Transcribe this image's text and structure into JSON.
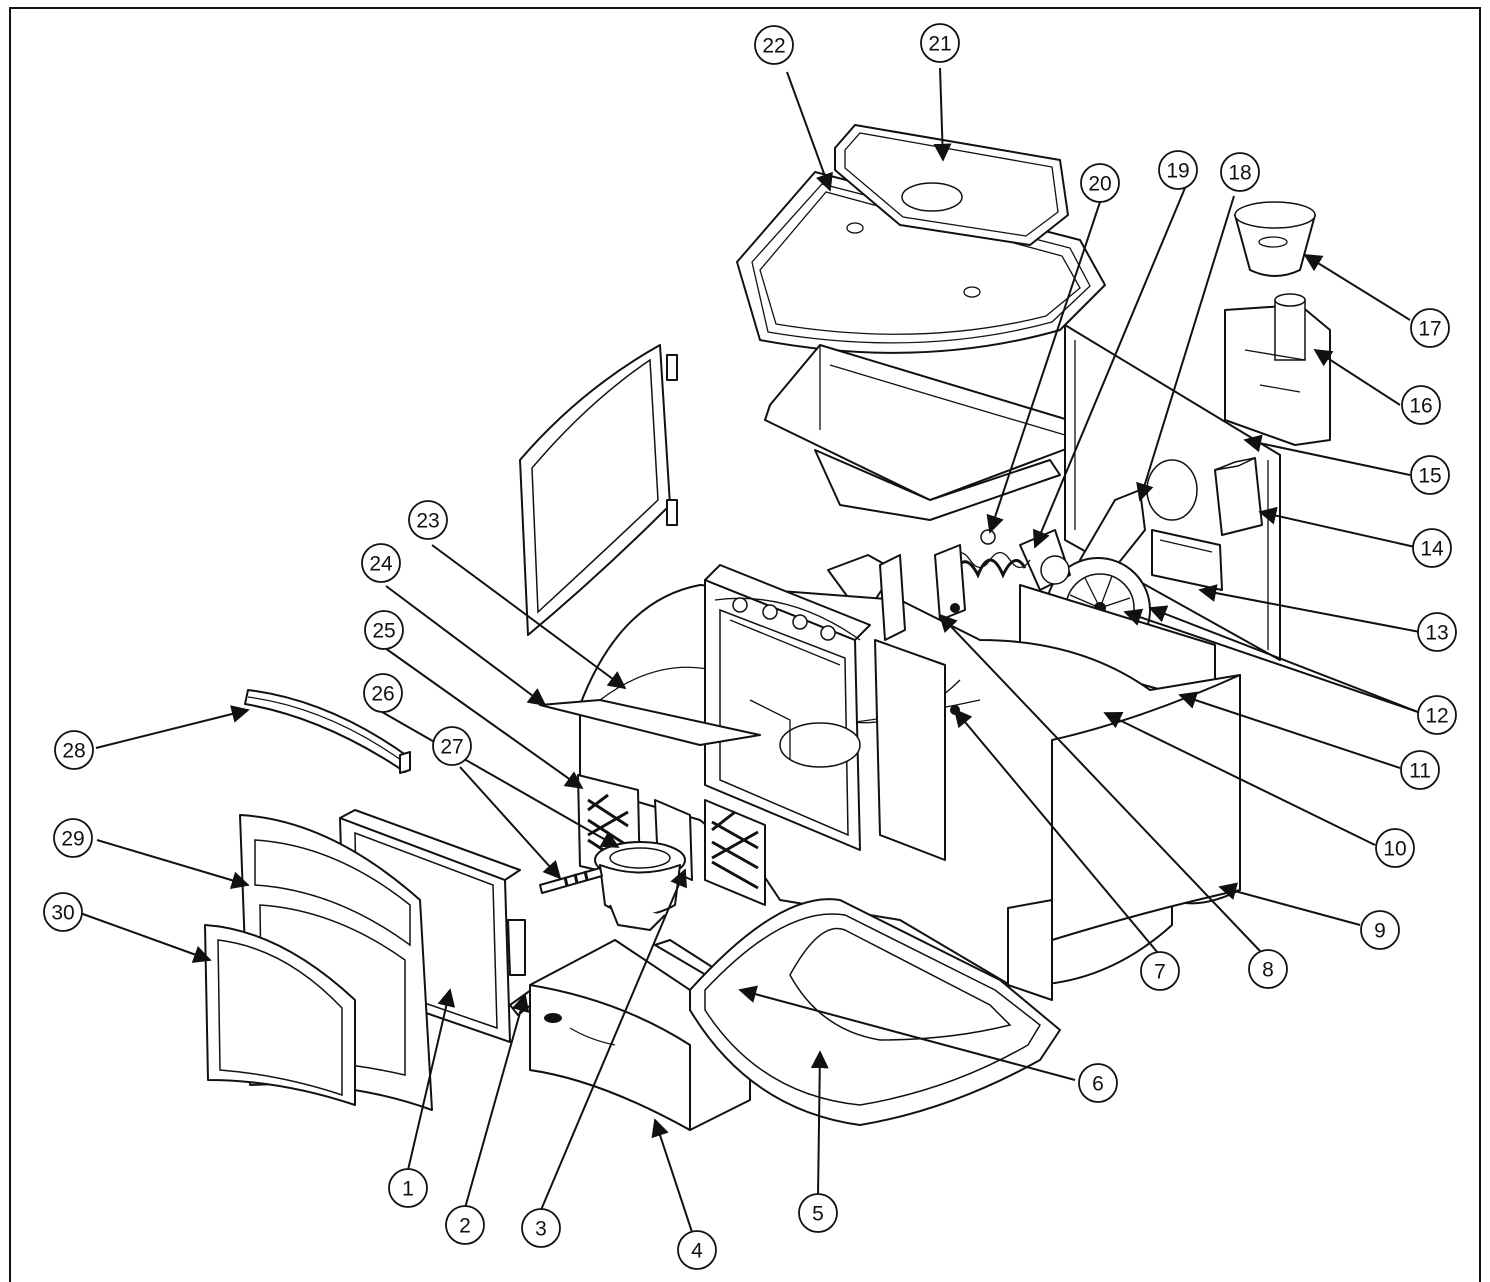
{
  "callouts": [
    {
      "label": "1"
    },
    {
      "label": "2"
    },
    {
      "label": "3"
    },
    {
      "label": "4"
    },
    {
      "label": "5"
    },
    {
      "label": "6"
    },
    {
      "label": "7"
    },
    {
      "label": "8"
    },
    {
      "label": "9"
    },
    {
      "label": "10"
    },
    {
      "label": "11"
    },
    {
      "label": "12"
    },
    {
      "label": "13"
    },
    {
      "label": "14"
    },
    {
      "label": "15"
    },
    {
      "label": "16"
    },
    {
      "label": "17"
    },
    {
      "label": "18"
    },
    {
      "label": "19"
    },
    {
      "label": "20"
    },
    {
      "label": "21"
    },
    {
      "label": "22"
    },
    {
      "label": "23"
    },
    {
      "label": "24"
    },
    {
      "label": "25"
    },
    {
      "label": "26"
    },
    {
      "label": "27"
    },
    {
      "label": "28"
    },
    {
      "label": "29"
    },
    {
      "label": "30"
    }
  ]
}
